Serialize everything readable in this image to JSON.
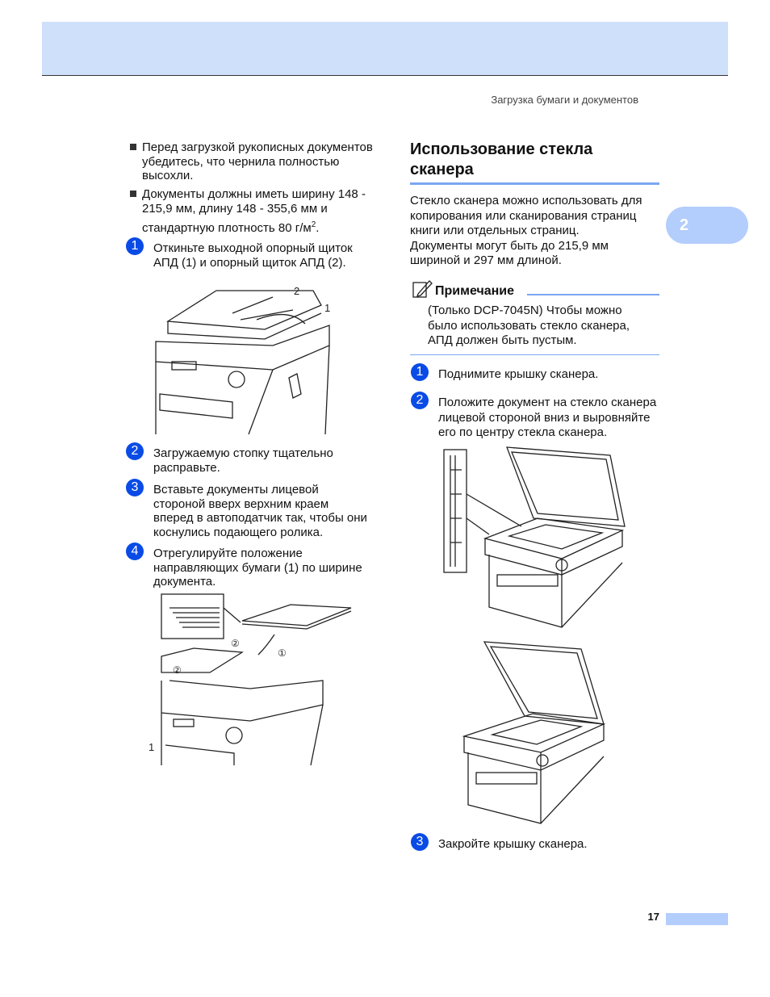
{
  "header": {
    "section": "Загрузка бумаги и документов"
  },
  "chapter_tab": "2",
  "left": {
    "bullets": [
      [
        "Перед загрузкой рукописных документов",
        "убедитесь, что чернила полностью",
        "высохли."
      ],
      [
        "Документы должны иметь ширину 148 -",
        "215,9 мм, длину 148 - 355,6 мм и",
        "стандартную плотность 80 г/м",
        "2",
        "."
      ]
    ],
    "steps": [
      {
        "n": "1",
        "lines": [
          "Откиньте выходной опорный щиток",
          "АПД (1) и опорный щиток АПД (2)."
        ]
      },
      {
        "n": "2",
        "lines": [
          "Загружаемую стопку тщательно",
          "расправьте."
        ]
      },
      {
        "n": "3",
        "lines": [
          "Вставьте документы лицевой",
          "стороной вверх верхним краем",
          "вперед в автоподатчик так, чтобы они",
          "коснулись подающего ролика."
        ]
      },
      {
        "n": "4",
        "lines": [
          "Отрегулируйте положение",
          "направляющих бумаги (1) по ширине",
          "документа."
        ]
      }
    ],
    "fig1_labels": [
      "2",
      "1"
    ],
    "fig2_labels": [
      "②",
      "①",
      "②",
      "1"
    ]
  },
  "right": {
    "title": [
      "Использование стекла",
      "сканера"
    ],
    "intro": [
      "Стекло сканера можно использовать для",
      "копирования или сканирования страниц",
      "книги или отдельных страниц.",
      "Документы могут быть до 215,9 мм",
      "шириной и 297 мм длиной."
    ],
    "note": {
      "title": "Примечание",
      "lines": [
        "(Только DCP-7045N) Чтобы можно",
        "было использовать стекло сканера,",
        "АПД должен быть пустым."
      ]
    },
    "steps": [
      {
        "n": "1",
        "lines": [
          "Поднимите крышку сканера."
        ]
      },
      {
        "n": "2",
        "lines": [
          "Положите документ на стекло сканера",
          "лицевой стороной вниз и выровняйте",
          "его по центру стекла сканера."
        ]
      },
      {
        "n": "3",
        "lines": [
          "Закройте крышку сканера."
        ]
      }
    ]
  },
  "footer": {
    "page": "17"
  }
}
